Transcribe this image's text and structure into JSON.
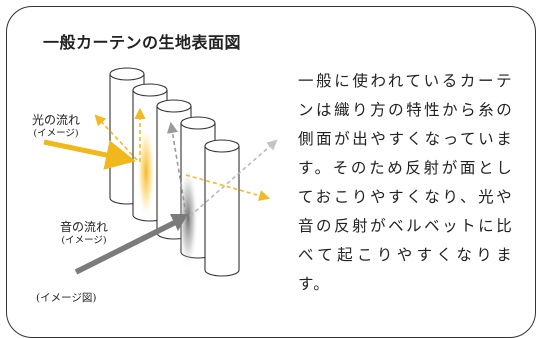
{
  "title": "一般カーテンの生地表面図",
  "description": "一般に使われているカーテンは織り方の特性から糸の側面が出やすくなっています。そのため反射が面としておこりやすくなり、光や音の反射がベルベットに比べて起こりやすくなります。",
  "labels": {
    "light": {
      "main": "光の流れ",
      "sub": "(イメージ)"
    },
    "sound": {
      "main": "音の流れ",
      "sub": "(イメージ)"
    }
  },
  "caption": "(イメージ図)",
  "colors": {
    "light": "#f0b81d",
    "sound": "#7b7b7b",
    "reflection_light": "#f5b923",
    "reflection_sound": "#9a9a9a",
    "border": "#333333"
  }
}
